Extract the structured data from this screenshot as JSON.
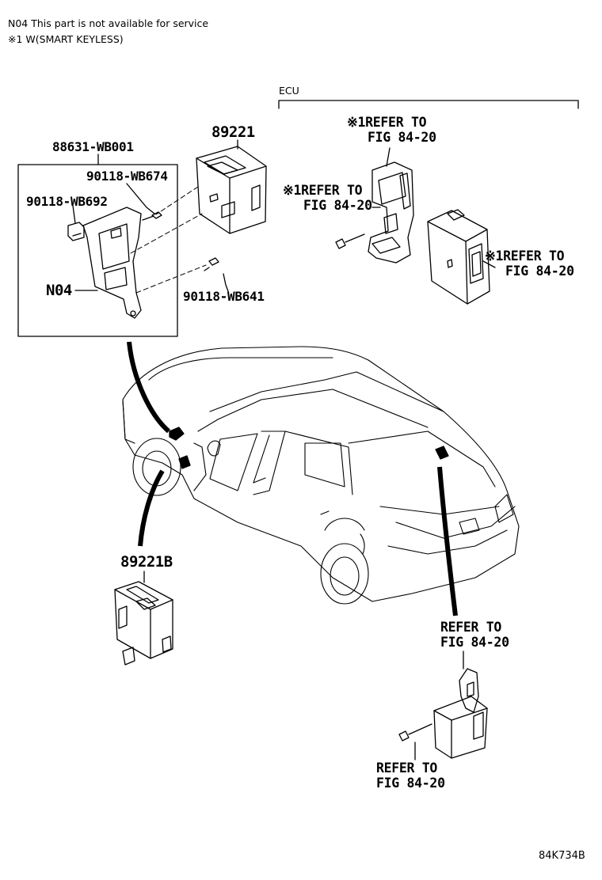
{
  "notes": {
    "line1": "N04 This part is not available for service",
    "line2": "※1 W(SMART KEYLESS)"
  },
  "ecu_label": "ECU",
  "parts": {
    "assembly": "88631-WB001",
    "module_top": "89221",
    "module_bottom": "89221B",
    "bolt_674": "90118-WB674",
    "bolt_692": "90118-WB692",
    "bolt_641": "90118-WB641",
    "bracket": "N04"
  },
  "refs": {
    "top_center": {
      "line1": "※1REFER TO",
      "line2": "FIG 84-20"
    },
    "left_center": {
      "line1": "※1REFER TO",
      "line2": "FIG 84-20"
    },
    "right": {
      "line1": "※1REFER TO",
      "line2": "FIG 84-20"
    },
    "rear_upper": {
      "line1": "REFER TO",
      "line2": "FIG 84-20"
    },
    "rear_lower": {
      "line1": "REFER TO",
      "line2": "FIG 84-20"
    }
  },
  "diagram_code": "84K734B"
}
